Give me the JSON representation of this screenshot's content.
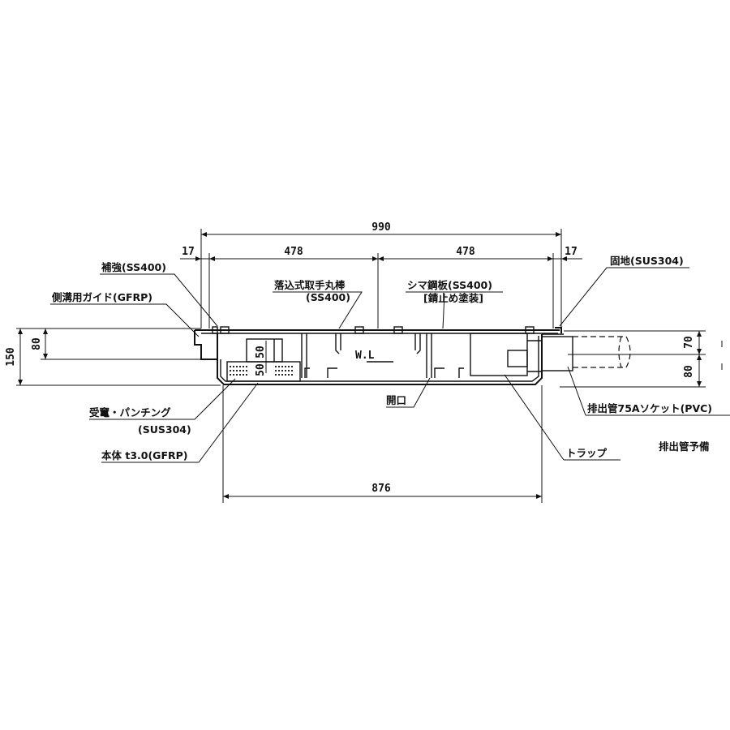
{
  "dimensions": {
    "overall_width": "990",
    "left_flange": "17",
    "right_flange": "17",
    "left_span": "478",
    "right_span": "478",
    "bottom_width": "876",
    "total_height": "150",
    "upper_depth": "80",
    "right_upper": "70",
    "right_lower": "80",
    "inner_50_a": "50",
    "inner_50_b": "50",
    "water_level": "W.L"
  },
  "labels": {
    "reinforcement": "補強(SS400)",
    "side_guide": "側溝用ガイド(GFRP)",
    "handle_bar": "落込式取手丸棒",
    "handle_bar_material": "(SS400)",
    "checker_plate": "シマ鋼板(SS400)",
    "rust_paint": "[錆止め塗装]",
    "ground": "固地(SUS304)",
    "mesh": "受竃・パンチング",
    "mesh_material": "(SUS304)",
    "body": "本体 t3.0(GFRP)",
    "opening": "開口",
    "drain_socket": "排出管75Aソケット(PVC)",
    "trap": "トラップ",
    "drain_reserve": "排出管予備"
  }
}
